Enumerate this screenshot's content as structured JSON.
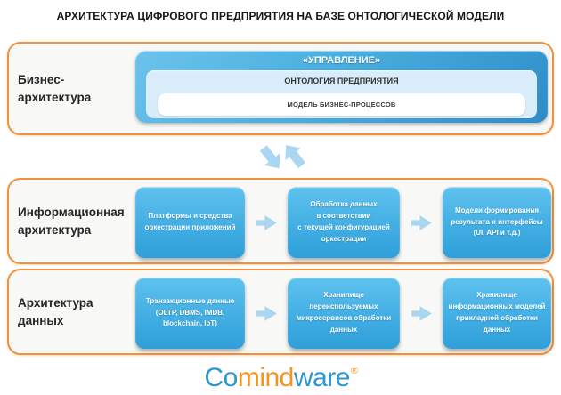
{
  "title": "АРХИТЕКТУРА ЦИФРОВОГО ПРЕДПРИЯТИЯ НА БАЗЕ ОНТОЛОГИЧЕСКОЙ МОДЕЛИ",
  "rows": [
    {
      "label": "Бизнес-\nархитектура",
      "nested": {
        "level1": "«УПРАВЛЕНИЕ»",
        "level2": "ОНТОЛОГИЯ ПРЕДПРИЯТИЯ",
        "level3": "МОДЕЛЬ БИЗНЕС-ПРОЦЕССОВ"
      }
    },
    {
      "label": "Информационная\nархитектура",
      "boxes": [
        "Платформы и средства\nоркестрации приложений",
        "Обработка данных\nв соответствии\nс текущей конфигурацией\nоркестрации",
        "Модели формирования\nрезультата и интерфейсы\n(UI, API и т.д.)"
      ]
    },
    {
      "label": "Архитектура\nданных",
      "boxes": [
        "Транзакционные данные\n(OLTP, DBMS, IMDB,\nblockchain, IoT)",
        "Хранилище\nпереиспользуемых\nмикросервисов обработки\nданных",
        "Хранилище\nинформационных моделей\nприкладной обработки\nданных"
      ]
    }
  ],
  "icons": {
    "between_rows": "bidirectional-exchange-arrows",
    "between_boxes": "right-arrow"
  },
  "logo": {
    "part1": "Co",
    "part2": "mind",
    "part3": "ware",
    "reg": "®"
  },
  "colors": {
    "accent_orange_border": "#f0913c",
    "box_blue_top": "#5fc2ee",
    "box_blue_bottom": "#309fd9",
    "stack_blue_top": "#6cc3ec",
    "stack_blue_bottom": "#2e8cc7",
    "light_blue_panel": "#d9ecfa",
    "arrow_light_blue": "#abd6f1",
    "logo_blue": "#2c97d1",
    "logo_orange": "#f7941e",
    "row_background": "#f8f8f7"
  }
}
